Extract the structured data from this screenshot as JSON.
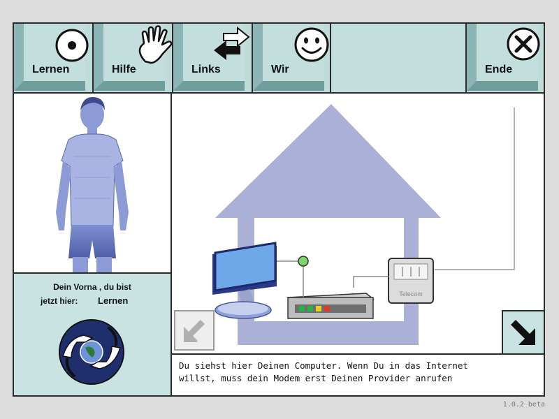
{
  "nav": {
    "buttons": [
      {
        "label": "Lernen",
        "icon": "record-dot-icon"
      },
      {
        "label": "Hilfe",
        "icon": "hand-icon"
      },
      {
        "label": "Links",
        "icon": "arrows-left-right-icon"
      },
      {
        "label": "Wir",
        "icon": "smiley-icon"
      },
      {
        "label": "Ende",
        "icon": "close-icon"
      }
    ]
  },
  "sidebar": {
    "line1": "Dein Vorna , du bist",
    "line2": "jetzt hier:",
    "current": "Lernen",
    "logo_icon": "hands-globe-logo"
  },
  "scene": {
    "telecom_label": "Telecom",
    "back_icon": "arrow-down-left-icon",
    "next_icon": "arrow-down-right-icon",
    "modem_led_colors": [
      "#26b24a",
      "#26b24a",
      "#e8d020",
      "#e03a2a"
    ],
    "house_color": "#aab0d6"
  },
  "caption": {
    "line1": "Du siehst hier Deinen Computer. Wenn Du in das Internet",
    "line2": "willst, muss dein Modem erst Deinen Provider anrufen"
  },
  "version": "1.0.2 beta"
}
